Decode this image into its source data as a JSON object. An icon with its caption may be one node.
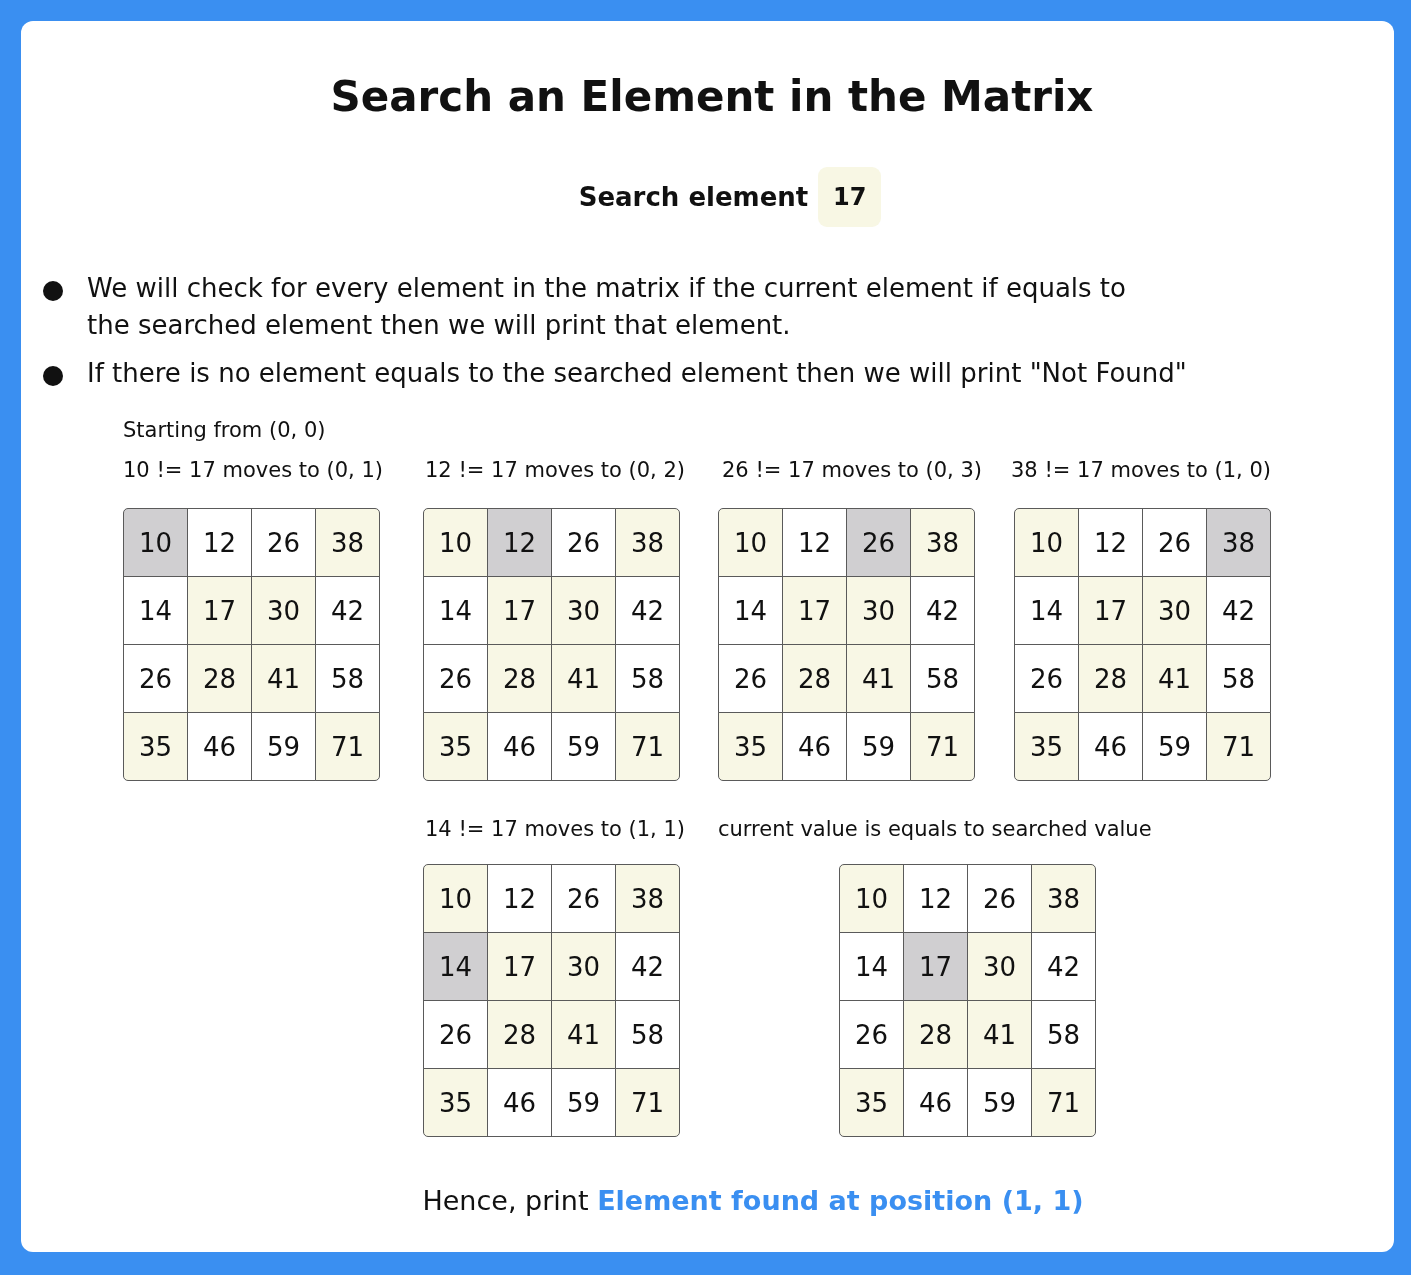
{
  "diagram": {
    "title": "Search an Element in the Matrix",
    "labels": [
      "Search element",
      "17",
      "We will check for every element in the matrix if the current element if equals to the searched element then we will print that element.",
      "If there is no element equals to the searched element then we will print \"Not Found\"",
      "Starting from (0, 0)",
      "10 != 17 moves to (0, 1)",
      "12 != 17 moves to (0, 2)",
      "26 != 17 moves to (0, 3)",
      "38 != 17 moves to (1, 0)",
      "10",
      "12",
      "26",
      "38",
      "14",
      "17",
      "30",
      "42",
      "26",
      "28",
      "41",
      "58",
      "35",
      "46",
      "59",
      "71",
      "10",
      "12",
      "26",
      "38",
      "14",
      "17",
      "30",
      "42",
      "26",
      "28",
      "41",
      "58",
      "35",
      "46",
      "59",
      "71",
      "10",
      "12",
      "26",
      "38",
      "14",
      "17",
      "30",
      "42",
      "26",
      "28",
      "41",
      "58",
      "35",
      "46",
      "59",
      "71",
      "10",
      "12",
      "26",
      "38",
      "14",
      "17",
      "30",
      "42",
      "26",
      "28",
      "41",
      "58",
      "35",
      "46",
      "59",
      "71",
      "14 != 17 moves to (1, 1)",
      "current value is equals to searched value",
      "10",
      "12",
      "26",
      "38",
      "14",
      "17",
      "30",
      "42",
      "26",
      "28",
      "41",
      "58",
      "35",
      "46",
      "59",
      "71",
      "10",
      "12",
      "26",
      "38",
      "14",
      "17",
      "30",
      "42",
      "26",
      "28",
      "41",
      "58",
      "35",
      "46",
      "59",
      "71",
      "Hence, print **Element found at position (1, 1)**"
    ]
  }
}
